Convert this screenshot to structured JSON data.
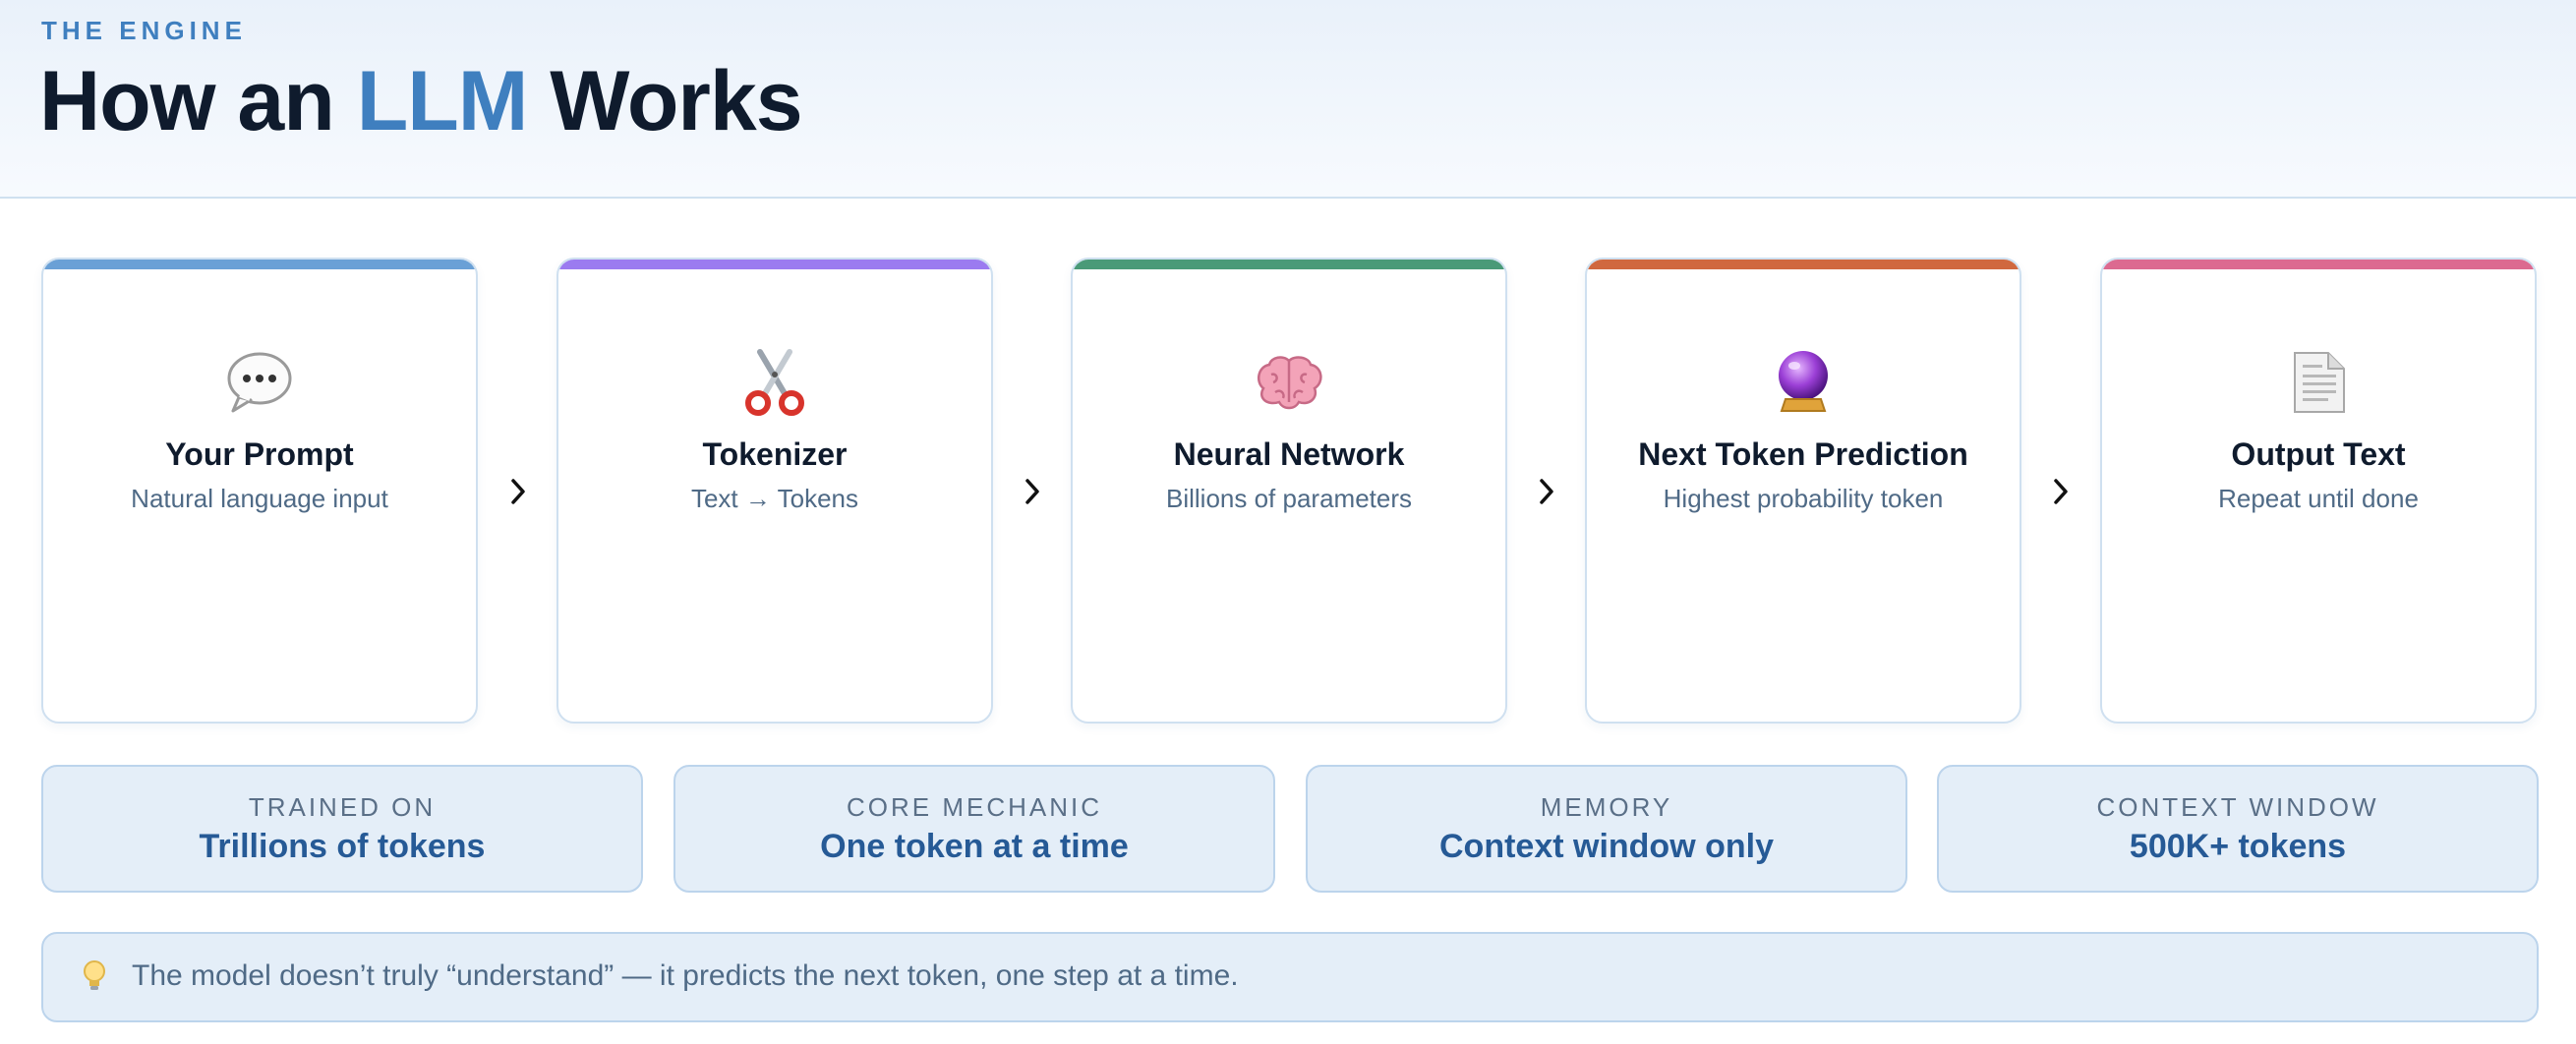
{
  "header": {
    "eyebrow": "THE ENGINE",
    "title_pre": "How an ",
    "title_accent": "LLM",
    "title_post": " Works"
  },
  "pipeline": [
    {
      "title": "Your Prompt",
      "subtitle": "Natural language input",
      "icon": "speech-bubble-icon",
      "color": "#6aa0d6"
    },
    {
      "title": "Tokenizer",
      "subtitle": "Text → Tokens",
      "icon": "scissors-icon",
      "color": "#9b7bf0"
    },
    {
      "title": "Neural Network",
      "subtitle": "Billions of parameters",
      "icon": "brain-icon",
      "color": "#4a9a78"
    },
    {
      "title": "Next Token Prediction",
      "subtitle": "Highest probability token",
      "icon": "crystal-ball-icon",
      "color": "#d0683f"
    },
    {
      "title": "Output Text",
      "subtitle": "Repeat until done",
      "icon": "document-icon",
      "color": "#dc6a90"
    }
  ],
  "stats": [
    {
      "label": "TRAINED ON",
      "value": "Trillions of tokens"
    },
    {
      "label": "CORE MECHANIC",
      "value": "One token at a time"
    },
    {
      "label": "MEMORY",
      "value": "Context window only"
    },
    {
      "label": "CONTEXT WINDOW",
      "value": "500K+ tokens"
    }
  ],
  "note": {
    "icon": "lightbulb-icon",
    "text": "The model doesn’t truly “understand” — it predicts the next token, one step at a time."
  }
}
